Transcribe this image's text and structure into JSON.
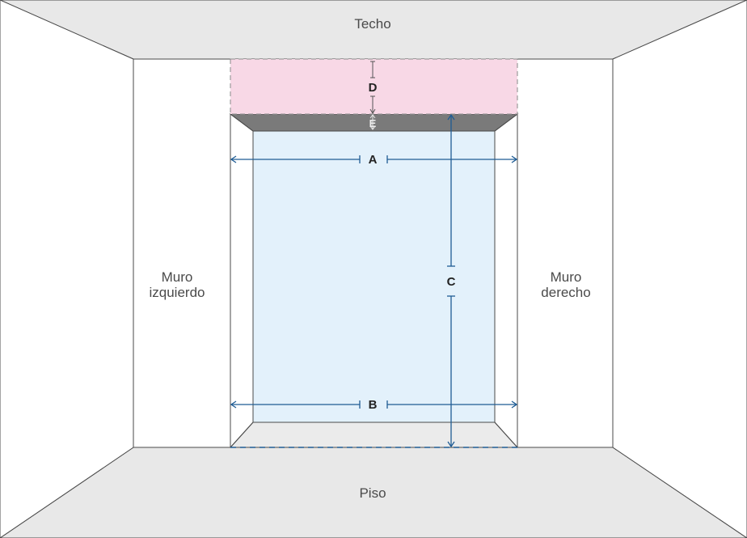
{
  "labels": {
    "ceiling": "Techo",
    "floor": "Piso",
    "left_wall_line1": "Muro",
    "left_wall_line2": "izquierdo",
    "right_wall_line1": "Muro",
    "right_wall_line2": "derecho"
  },
  "dimensions": {
    "a": "A",
    "b": "B",
    "c": "C",
    "d": "D",
    "e": "E"
  },
  "colors": {
    "background": "#ffffff",
    "ceiling_floor": "#e8e8e8",
    "wall_stroke": "#4a4a4a",
    "zone_d": "#f8d8e6",
    "zone_e": "#7a7a7a",
    "window": "#e3f1fb",
    "arrow": "#1f5c94",
    "d_arrow": "#555555",
    "e_arrow": "#e6e6e6"
  }
}
